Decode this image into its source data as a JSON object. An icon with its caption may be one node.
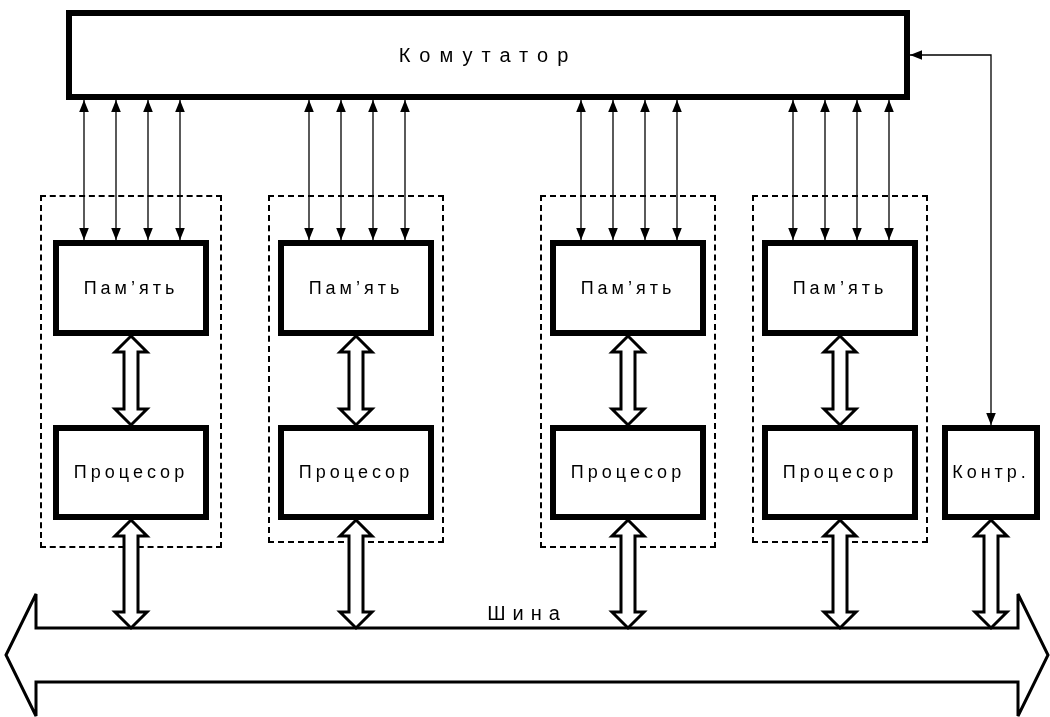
{
  "diagram": {
    "nodes": [
      {
        "text": [
          "Комутатор"
        ]
      },
      {
        "text": [],
        "shape": "box"
      },
      {
        "text": [
          "Пам’ять"
        ],
        "in": 1
      },
      {
        "text": [
          "Процесор"
        ],
        "in": 1
      },
      {
        "text": [],
        "shape": "box"
      },
      {
        "text": [
          "Пам’ять"
        ],
        "in": 4
      },
      {
        "text": [
          "Процесор"
        ],
        "in": 4
      },
      {
        "text": [],
        "shape": "box"
      },
      {
        "text": [
          "Пам’ять"
        ],
        "in": 7
      },
      {
        "text": [
          "Процесор"
        ],
        "in": 7
      },
      {
        "text": [],
        "shape": "box"
      },
      {
        "text": [
          "Пам’ять"
        ],
        "in": 10
      },
      {
        "text": [
          "Процесор"
        ],
        "in": 10
      },
      {
        "text": [
          "Контр."
        ]
      },
      {
        "text": [
          "Шина"
        ]
      }
    ],
    "edges": [
      {
        "from": 0,
        "to": 2,
        "arrow": "both"
      },
      {
        "from": 0,
        "to": 2,
        "arrow": "both"
      },
      {
        "from": 0,
        "to": 2,
        "arrow": "both"
      },
      {
        "from": 0,
        "to": 2,
        "arrow": "both"
      },
      {
        "from": 0,
        "to": 5,
        "arrow": "both"
      },
      {
        "from": 0,
        "to": 5,
        "arrow": "both"
      },
      {
        "from": 0,
        "to": 5,
        "arrow": "both"
      },
      {
        "from": 0,
        "to": 5,
        "arrow": "both"
      },
      {
        "from": 0,
        "to": 8,
        "arrow": "both"
      },
      {
        "from": 0,
        "to": 8,
        "arrow": "both"
      },
      {
        "from": 0,
        "to": 8,
        "arrow": "both"
      },
      {
        "from": 0,
        "to": 8,
        "arrow": "both"
      },
      {
        "from": 0,
        "to": 11,
        "arrow": "both"
      },
      {
        "from": 0,
        "to": 11,
        "arrow": "both"
      },
      {
        "from": 0,
        "to": 11,
        "arrow": "both"
      },
      {
        "from": 0,
        "to": 11,
        "arrow": "both"
      },
      {
        "from": 2,
        "to": 3,
        "arrow": "both",
        "style": "thick"
      },
      {
        "from": 5,
        "to": 6,
        "arrow": "both",
        "style": "thick"
      },
      {
        "from": 8,
        "to": 9,
        "arrow": "both",
        "style": "thick"
      },
      {
        "from": 11,
        "to": 12,
        "arrow": "both",
        "style": "thick"
      },
      {
        "from": 3,
        "to": 14,
        "arrow": "both",
        "style": "thick"
      },
      {
        "from": 6,
        "to": 14,
        "arrow": "both",
        "style": "thick"
      },
      {
        "from": 9,
        "to": 14,
        "arrow": "both",
        "style": "thick"
      },
      {
        "from": 12,
        "to": 14,
        "arrow": "both",
        "style": "thick"
      },
      {
        "from": 13,
        "to": 14,
        "arrow": "both",
        "style": "thick"
      },
      {
        "from": 0,
        "to": 13,
        "arrow": "both"
      }
    ]
  }
}
